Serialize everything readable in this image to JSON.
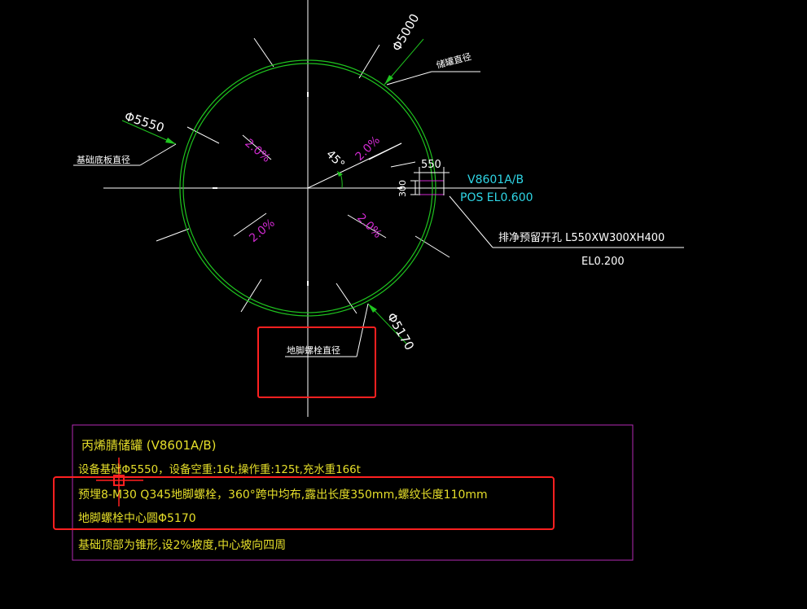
{
  "colors": {
    "background": "#000000",
    "circle": "#1fc41f",
    "line": "#ffffff",
    "slope": "#d02ad0",
    "note_text": "#e6df2a",
    "cyan": "#2fd6e6",
    "green_leader": "#1fc41f",
    "note_box": "#b42ab4",
    "highlight": "#ff2020",
    "cursor": "#ff2020"
  },
  "dimensions": {
    "d_tank": "Φ5000",
    "d_tank_label": "储罐直径",
    "d_base": "Φ5550",
    "d_base_label": "基础底板直径",
    "d_bolt": "Φ5170",
    "d_bolt_label": "地脚螺栓直径",
    "angle": "45°",
    "slopes": [
      "2.0%",
      "2.0%",
      "2.0%",
      "2.0%"
    ]
  },
  "opening": {
    "width": "550",
    "height": "300",
    "tag": "V8601A/B",
    "pos": "POS EL0.600",
    "desc": "排净预留开孔 L550XW300XH400",
    "el": "EL0.200"
  },
  "notes": [
    "丙烯腈储罐 (V8601A/B)",
    "设备基础Φ5550，设备空重:16t,操作重:125t,充水重166t",
    "预埋8-M30  Q345地脚螺栓，360°跨中均布,露出长度350mm,螺纹长度110mm",
    "地脚螺栓中心圆Φ5170",
    "基础顶部为锥形,设2%坡度,中心坡向四周"
  ]
}
